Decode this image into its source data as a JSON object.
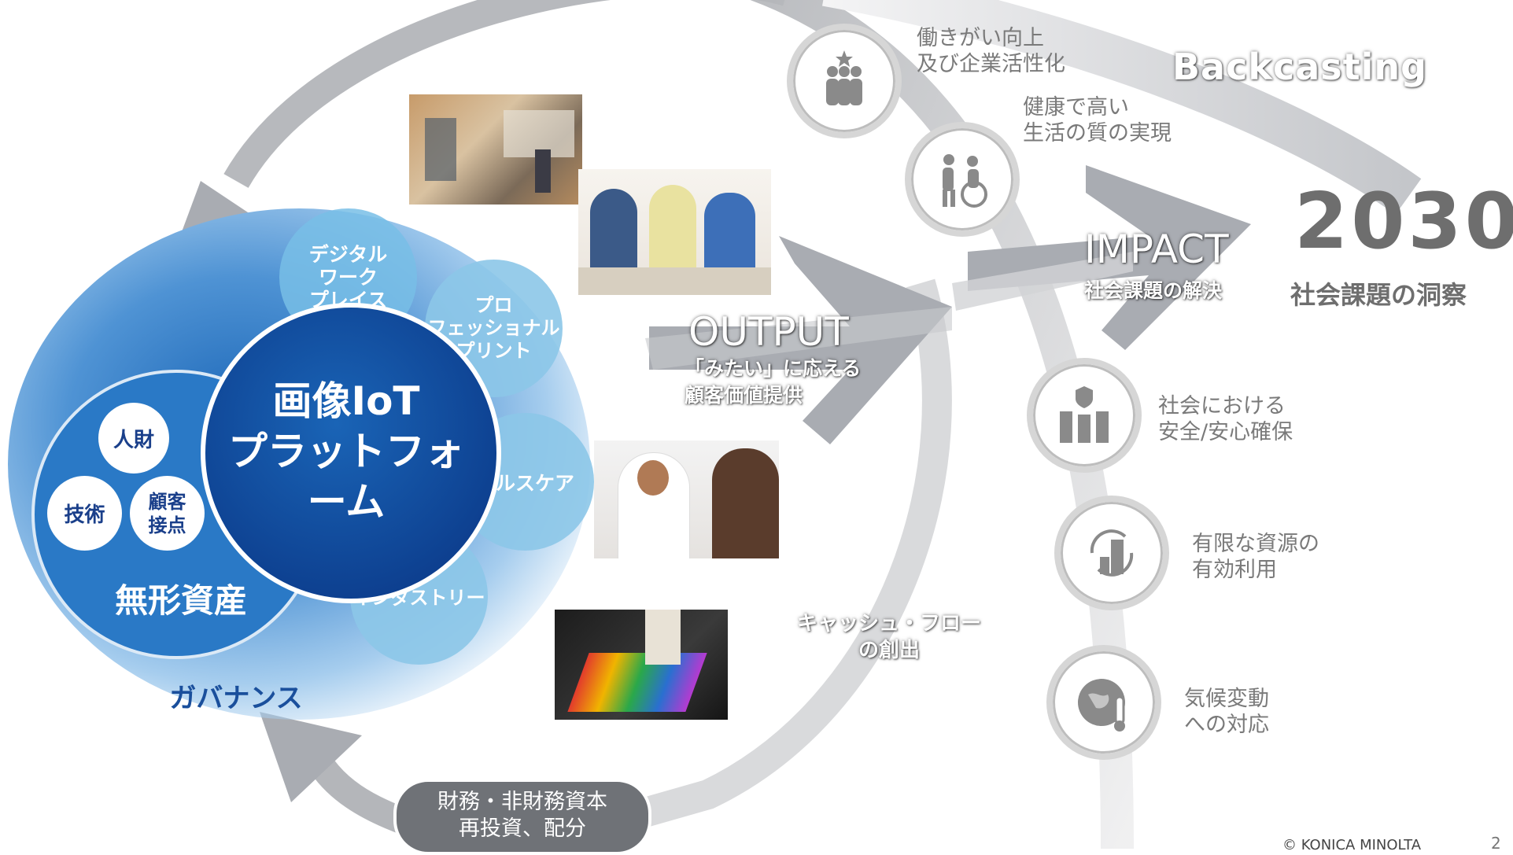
{
  "core": {
    "platform": "画像IoT\nプラットフォーム",
    "intangible": "無形資産",
    "governance": "ガバナンス",
    "assets": [
      "人財",
      "技術",
      "顧客\n接点"
    ]
  },
  "businesses": [
    "デジタル\nワーク\nプレイス",
    "プロ\nフェッショナル\nプリント",
    "ヘルスケア",
    "インダストリー"
  ],
  "output": {
    "title": "OUTPUT",
    "subtitle": "「みたい」に応える\n顧客価値提供"
  },
  "cashflow": "キャッシュ・フロー\nの創出",
  "reinvest": "財務・非財務資本\n再投資、配分",
  "impact": {
    "title": "IMPACT",
    "subtitle": "社会課題の解決"
  },
  "backcasting": "Backcasting",
  "year": {
    "value": "2030",
    "label": "社会課題の洞察"
  },
  "issues": [
    {
      "icon": "team-icon",
      "label": "働きがい向上\n及び企業活性化"
    },
    {
      "icon": "wheelchair-care-icon",
      "label": "健康で高い\n生活の質の実現"
    },
    {
      "icon": "secure-buildings-icon",
      "label": "社会における\n安全/安心確保"
    },
    {
      "icon": "recycle-city-icon",
      "label": "有限な資源の\n有効利用"
    },
    {
      "icon": "globe-thermometer-icon",
      "label": "気候変動\nへの対応"
    }
  ],
  "footer": {
    "copyright": "© KONICA MINOLTA",
    "page": "2"
  },
  "colors": {
    "arrow_gray": "#a9acb2",
    "core_blue": "#1a4f9c",
    "light_blue": "#8cc6e8",
    "text_gray": "#7a7a7a"
  }
}
